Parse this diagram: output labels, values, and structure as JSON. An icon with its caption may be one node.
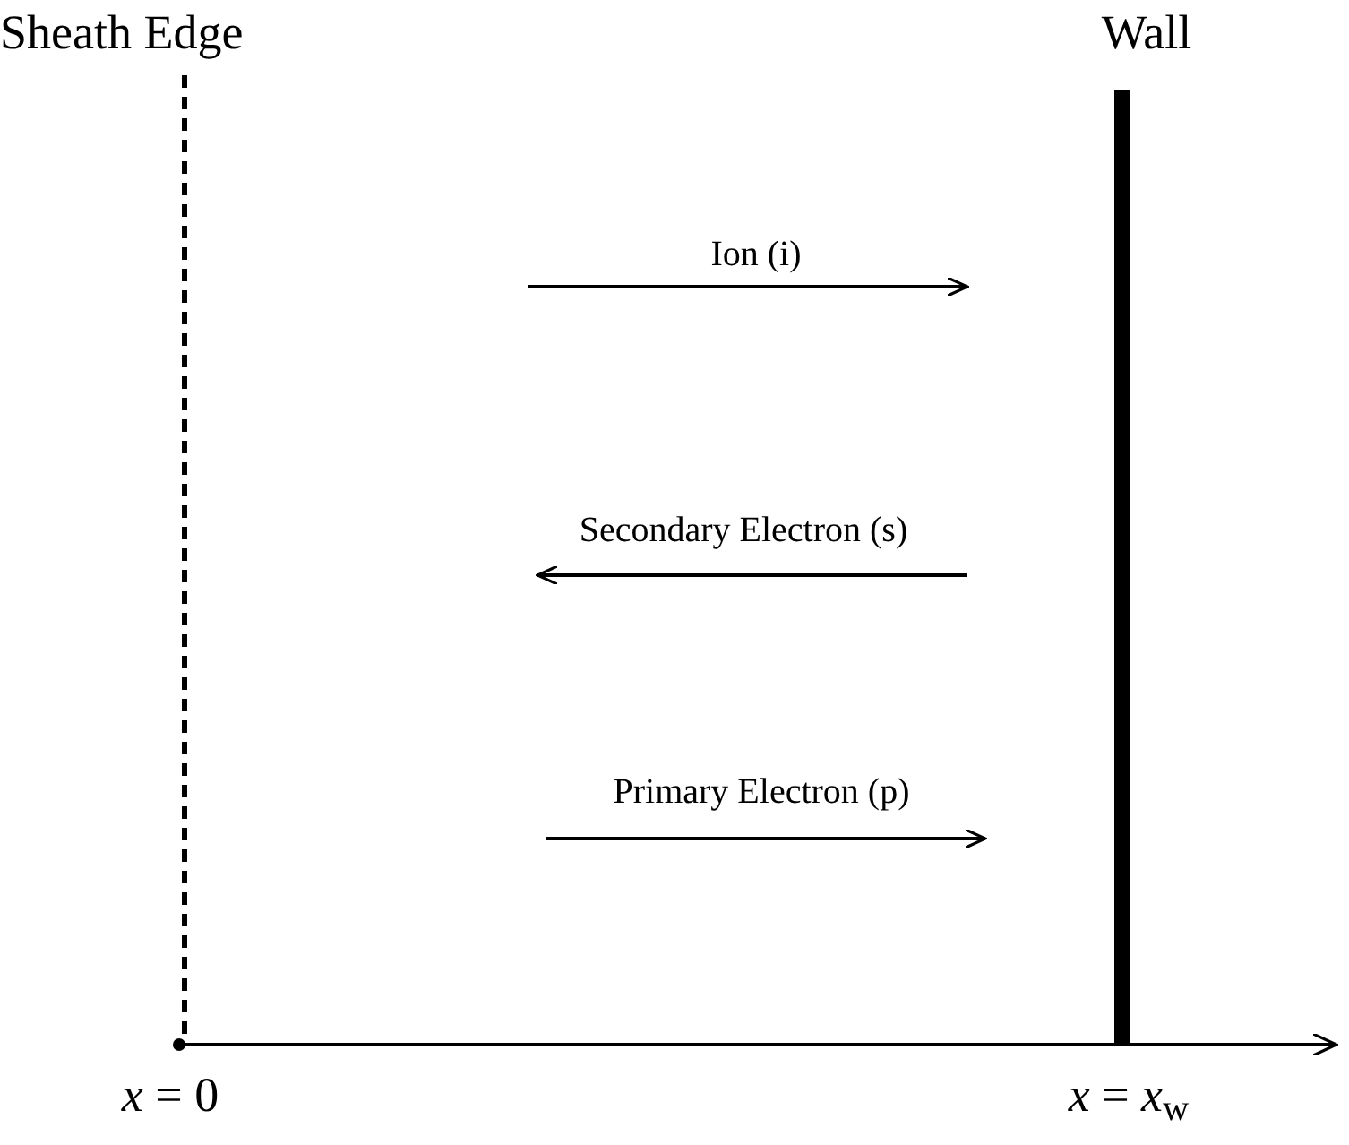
{
  "diagram": {
    "labels": [
      "Sheath Edge",
      "Wall",
      "Ion (i)",
      "Secondary Electron (s)",
      "Primary Electron (p)",
      "*x* = 0",
      "*x* = *x*$_{w}$"
    ]
  }
}
